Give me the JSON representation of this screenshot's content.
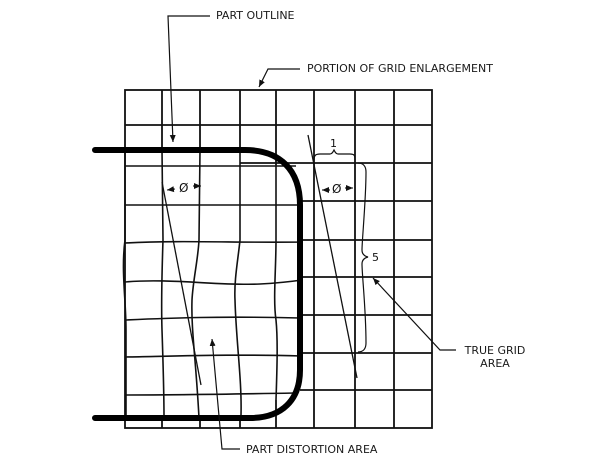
{
  "diagram": {
    "type": "grid-distortion-inspection",
    "labels": {
      "part_outline": "PART OUTLINE",
      "grid_enlargement": "PORTION OF GRID ENLARGEMENT",
      "true_grid_line1": "TRUE GRID",
      "true_grid_line2": "AREA",
      "distortion": "PART DISTORTION AREA"
    },
    "dimensions": {
      "horizontal_span": "1",
      "vertical_span": "5",
      "angle_symbol_left": "Ø",
      "angle_symbol_right": "Ø"
    },
    "grid": {
      "columns": 8,
      "rows": 9,
      "x_lines": [
        125,
        162,
        200,
        240,
        276,
        314,
        355,
        394,
        432
      ],
      "y_lines": [
        90,
        125,
        163,
        201,
        240,
        277,
        315,
        353,
        390,
        428
      ]
    },
    "colors": {
      "stroke": "#111111",
      "background": "#ffffff"
    }
  }
}
